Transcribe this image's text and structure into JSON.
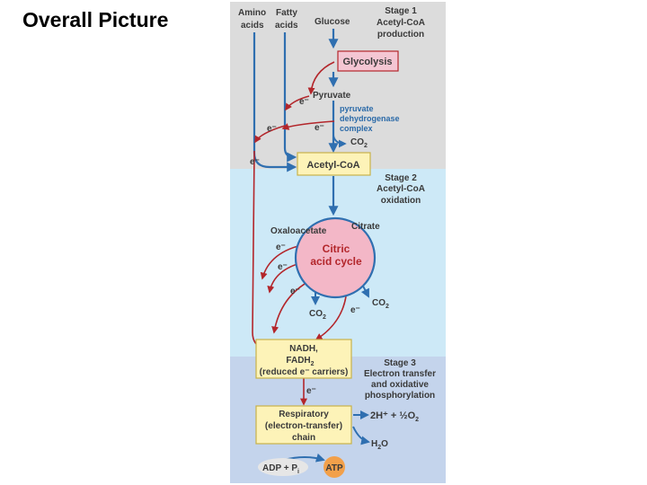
{
  "slide": {
    "title": "Overall Picture"
  },
  "colors": {
    "stage1_bg": "#dcdcdc",
    "stage2_bg": "#cde9f7",
    "stage3_bg": "#c4d4ec",
    "box_fill": "#fdf3b8",
    "box_border": "#c8b24a",
    "glycolysis_fill": "#f4c6d3",
    "citric_fill": "#f3b7c7",
    "atp_fill": "#f2a04a",
    "blue_arrow": "#2f6fb0",
    "red_arrow": "#b3262b"
  },
  "sources": {
    "amino_1": "Amino",
    "amino_2": "acids",
    "fatty_1": "Fatty",
    "fatty_2": "acids",
    "glucose": "Glucose"
  },
  "stages": {
    "s1_1": "Stage 1",
    "s1_2": "Acetyl-CoA",
    "s1_3": "production",
    "s2_1": "Stage 2",
    "s2_2": "Acetyl-CoA",
    "s2_3": "oxidation",
    "s3_1": "Stage 3",
    "s3_2": "Electron transfer",
    "s3_3": "and oxidative",
    "s3_4": "phosphorylation"
  },
  "nodes": {
    "glycolysis": "Glycolysis",
    "pyruvate": "Pyruvate",
    "pdh_1": "pyruvate",
    "pdh_2": "dehydrogenase",
    "pdh_3": "complex",
    "co2": "CO",
    "acetyl_coa": "Acetyl-CoA",
    "oxaloacetate": "Oxaloacetate",
    "citrate": "Citrate",
    "citric_1": "Citric",
    "citric_2": "acid cycle",
    "nadh_1": "NADH,",
    "nadh_2": "FADH",
    "nadh_3": "(reduced e⁻ carriers)",
    "resp_1": "Respiratory",
    "resp_2": "(electron-transfer)",
    "resp_3": "chain",
    "h_formula": "2H⁺ + ½O",
    "water": "H",
    "water_o": "O",
    "adp": "ADP + P",
    "adp_sub": "i",
    "atp": "ATP",
    "electron": "e⁻",
    "sub2": "2"
  }
}
